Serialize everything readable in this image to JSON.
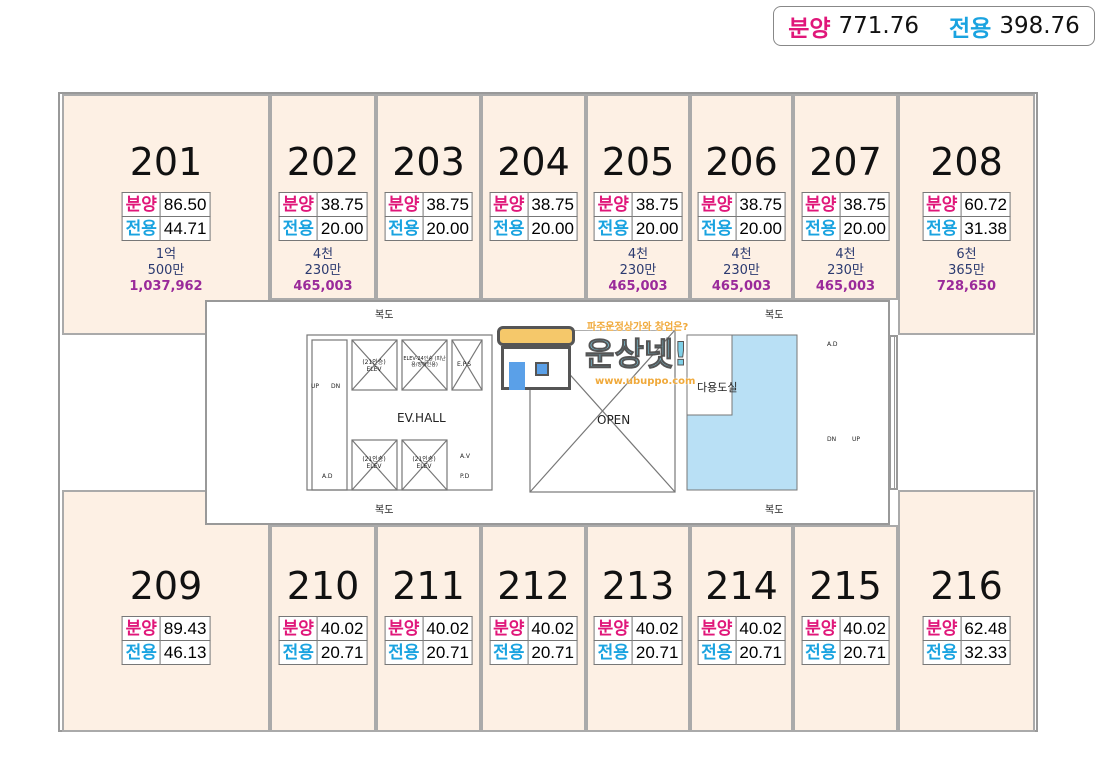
{
  "summary": {
    "sale_label": "분양",
    "sale_value": "771.76",
    "excl_label": "전용",
    "excl_value": "398.76"
  },
  "labels": {
    "sale": "분양",
    "excl": "전용"
  },
  "top_units": [
    {
      "no": "201",
      "sale": "86.50",
      "excl": "44.71",
      "price1": "1억",
      "price2": "500만",
      "won": "1,037,962"
    },
    {
      "no": "202",
      "sale": "38.75",
      "excl": "20.00",
      "price1": "4천",
      "price2": "230만",
      "won": "465,003"
    },
    {
      "no": "203",
      "sale": "38.75",
      "excl": "20.00"
    },
    {
      "no": "204",
      "sale": "38.75",
      "excl": "20.00"
    },
    {
      "no": "205",
      "sale": "38.75",
      "excl": "20.00",
      "price1": "4천",
      "price2": "230만",
      "won": "465,003"
    },
    {
      "no": "206",
      "sale": "38.75",
      "excl": "20.00",
      "price1": "4천",
      "price2": "230만",
      "won": "465,003"
    },
    {
      "no": "207",
      "sale": "38.75",
      "excl": "20.00",
      "price1": "4천",
      "price2": "230만",
      "won": "465,003"
    },
    {
      "no": "208",
      "sale": "60.72",
      "excl": "31.38",
      "price1": "6천",
      "price2": "365만",
      "won": "728,650"
    }
  ],
  "bottom_units": [
    {
      "no": "209",
      "sale": "89.43",
      "excl": "46.13"
    },
    {
      "no": "210",
      "sale": "40.02",
      "excl": "20.71"
    },
    {
      "no": "211",
      "sale": "40.02",
      "excl": "20.71"
    },
    {
      "no": "212",
      "sale": "40.02",
      "excl": "20.71"
    },
    {
      "no": "213",
      "sale": "40.02",
      "excl": "20.71"
    },
    {
      "no": "214",
      "sale": "40.02",
      "excl": "20.71"
    },
    {
      "no": "215",
      "sale": "40.02",
      "excl": "20.71"
    },
    {
      "no": "216",
      "sale": "62.48",
      "excl": "32.33"
    }
  ],
  "core": {
    "corridor": "복도",
    "ev_hall": "EV.HALL",
    "open": "OPEN",
    "restroom": "다용도실",
    "elev21": "(21인승) ELEV",
    "elev24": "ELEV-24인승 (피난용/장애인용)",
    "eps": "E.P.S",
    "ad": "A.D",
    "av": "A.V",
    "pd": "P.D",
    "up": "UP",
    "dn": "DN"
  },
  "watermark": {
    "tagline": "파주운정상가와 창업은?",
    "brand": "운상넷!",
    "url": "www.ubuppo.com"
  }
}
